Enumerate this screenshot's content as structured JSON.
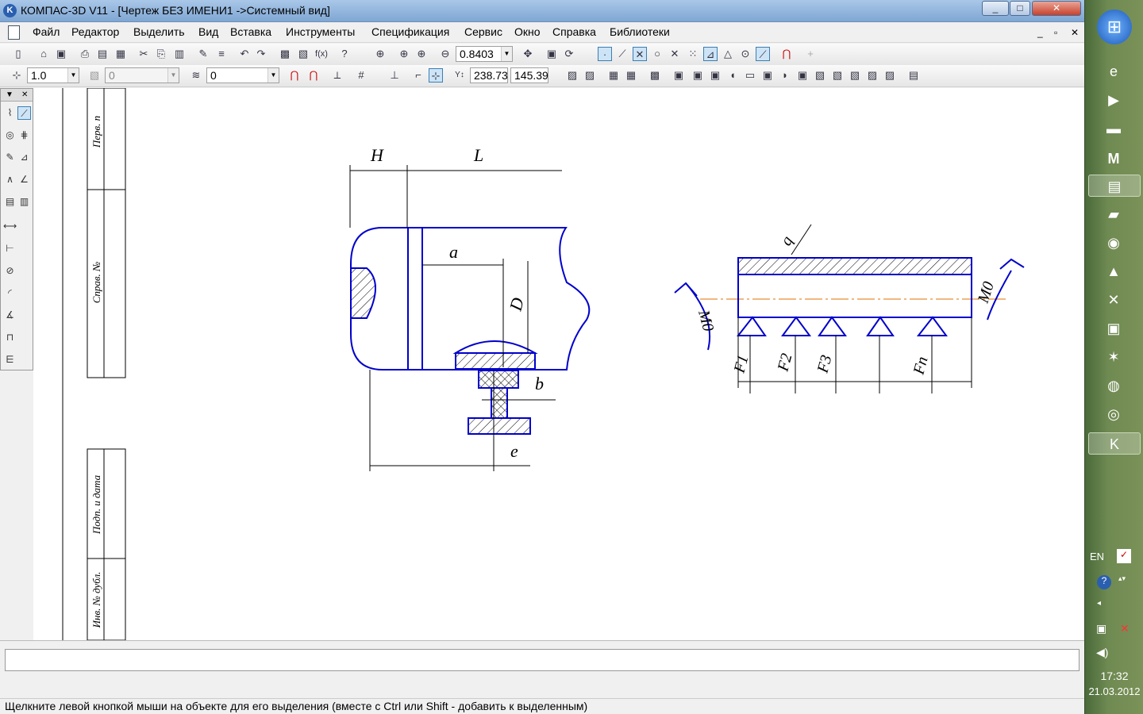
{
  "window": {
    "title": "КОМПАС-3D V11 - [Чертеж БЕЗ ИМЕНИ1 ->Системный вид]",
    "controls": [
      "_",
      "□",
      "✕"
    ]
  },
  "menu": {
    "items": [
      "Файл",
      "Редактор",
      "Выделить",
      "Вид",
      "Вставка",
      "Инструменты",
      "Спецификация",
      "Сервис",
      "Окно",
      "Справка",
      "Библиотеки"
    ],
    "mdi_controls": [
      "_",
      "▫",
      "✕"
    ]
  },
  "toolbar1": {
    "zoom_value": "0.8403"
  },
  "toolbar2": {
    "line_scale": "1.0",
    "state_value": "0",
    "layer_value": "0",
    "coord_x": "238.73",
    "coord_y": "145.39"
  },
  "drawing": {
    "stamp_labels": [
      "Перв. п",
      "Справ. №",
      "Подп. и дата",
      "Инв. № дубл."
    ],
    "left_view": {
      "dim_labels": [
        "H",
        "L",
        "a",
        "D",
        "b",
        "e"
      ]
    },
    "right_view": {
      "load_label": "q",
      "moment_left": "M0",
      "moment_right": "M0",
      "force_labels": [
        "F1",
        "F2",
        "F3",
        "Fn"
      ]
    },
    "colors": {
      "geometry": "#0000cc",
      "dimension": "#000000",
      "axis": "#e07000",
      "stamp": "#0000cc"
    }
  },
  "statusbar": {
    "text": "Щелкните левой кнопкой мыши на объекте для его выделения (вместе с Ctrl или Shift - добавить к выделенным)"
  },
  "taskbar": {
    "lang": "EN",
    "time": "17:32",
    "date": "21.03.2012"
  }
}
